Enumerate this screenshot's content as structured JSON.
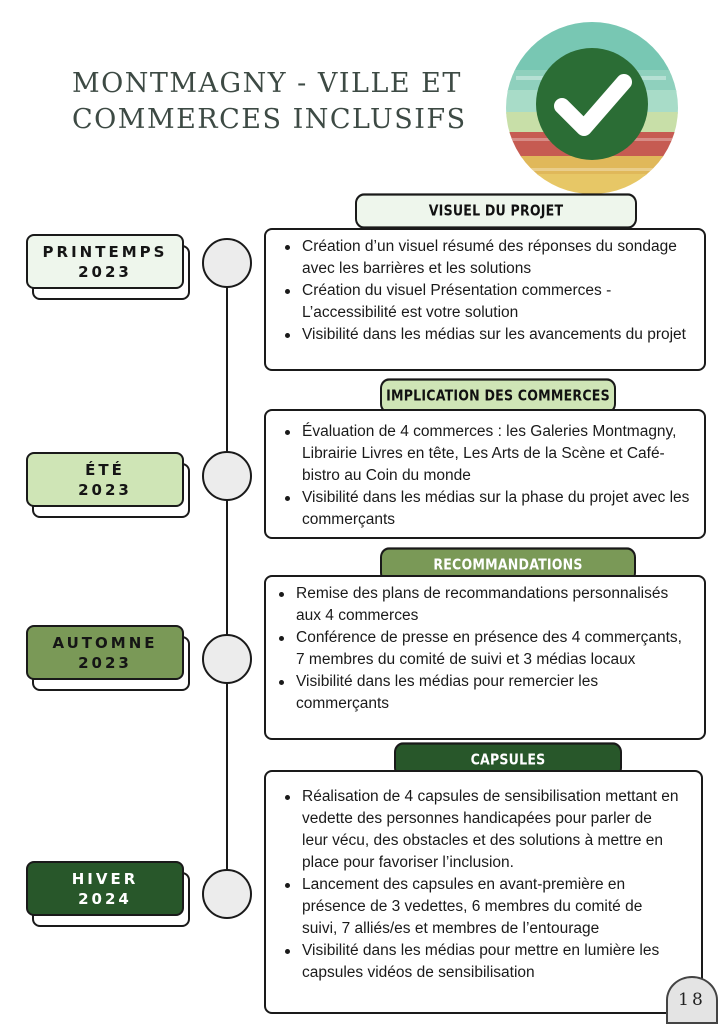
{
  "header": {
    "title_line1": "MONTMAGNY - VILLE ET",
    "title_line2": "COMMERCES INCLUSIFS",
    "logo_icon": "checkmark-icon",
    "logo_colors": [
      "#78c7b3",
      "#a8dcc8",
      "#c8dfa8",
      "#c65b52",
      "#e7c766",
      "#2b6d35"
    ]
  },
  "timeline": [
    {
      "season": "PRINTEMPS",
      "year": "2023",
      "season_color": "#eef6ec",
      "heading": "VISUEL DU PROJET",
      "heading_color": "#eef6ec",
      "bullets": [
        "Création d’un visuel résumé des réponses du sondage avec les barrières et les solutions",
        "Création du visuel Présentation commerces - L’accessibilité est votre solution",
        "Visibilité dans les médias sur les avancements du projet"
      ]
    },
    {
      "season": "ÉTÉ",
      "year": "2023",
      "season_color": "#cfe5b6",
      "heading": "IMPLICATION DES COMMERCES",
      "heading_color": "#cfe5b6",
      "bullets": [
        "Évaluation de 4 commerces : les Galeries Montmagny, Librairie Livres en tête, Les Arts de la Scène et Café-bistro au Coin du monde",
        "Visibilité dans les médias sur la phase du projet avec les commerçants"
      ]
    },
    {
      "season": "AUTOMNE",
      "year": "2023",
      "season_color": "#7a9957",
      "heading": "RECOMMANDATIONS",
      "heading_color": "#7a9957",
      "bullets": [
        "Remise des plans de recommandations personnalisés aux 4 commerces",
        "Conférence de presse en présence des 4 commerçants, 7 membres du comité de suivi et 3 médias locaux",
        "Visibilité dans les médias pour remercier les commerçants"
      ]
    },
    {
      "season": "HIVER",
      "year": "2024",
      "season_color": "#28572a",
      "heading": "CAPSULES",
      "heading_color": "#28572a",
      "bullets": [
        "Réalisation de 4 capsules de sensibilisation mettant en vedette des personnes handicapées pour parler de leur vécu, des obstacles et des solutions à mettre en place pour favoriser l’inclusion.",
        "Lancement des capsules en avant-première en présence de 3 vedettes, 6 membres du comité de suivi, 7 alliés/es et membres de l’entourage",
        "Visibilité dans les médias pour mettre en lumière les capsules vidéos de sensibilisation"
      ]
    }
  ],
  "footer": {
    "page_number": "18"
  }
}
